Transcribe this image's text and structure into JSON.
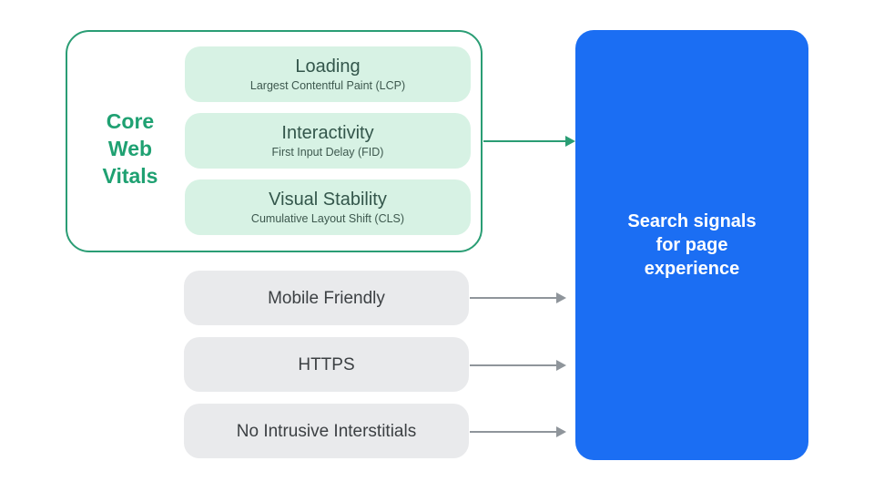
{
  "colors": {
    "green_accent": "#1fa172",
    "green_border": "#2a9d74",
    "green_pill_fill": "#d7f2e4",
    "green_pill_text": "#33564b",
    "gray_pill_fill": "#e9eaec",
    "gray_pill_text": "#3c4043",
    "arrow_gray": "#8f959b",
    "blue_fill": "#1b6ef3",
    "white": "#ffffff"
  },
  "core_web_vitals": {
    "label": "Core\nWeb\nVitals",
    "items": [
      {
        "title": "Loading",
        "subtitle": "Largest Contentful Paint (LCP)"
      },
      {
        "title": "Interactivity",
        "subtitle": "First Input Delay (FID)"
      },
      {
        "title": "Visual Stability",
        "subtitle": "Cumulative Layout Shift (CLS)"
      }
    ]
  },
  "other_signals": [
    {
      "label": "Mobile Friendly"
    },
    {
      "label": "HTTPS"
    },
    {
      "label": "No Intrusive Interstitials"
    }
  ],
  "target": {
    "label": "Search signals\nfor page\nexperience"
  }
}
